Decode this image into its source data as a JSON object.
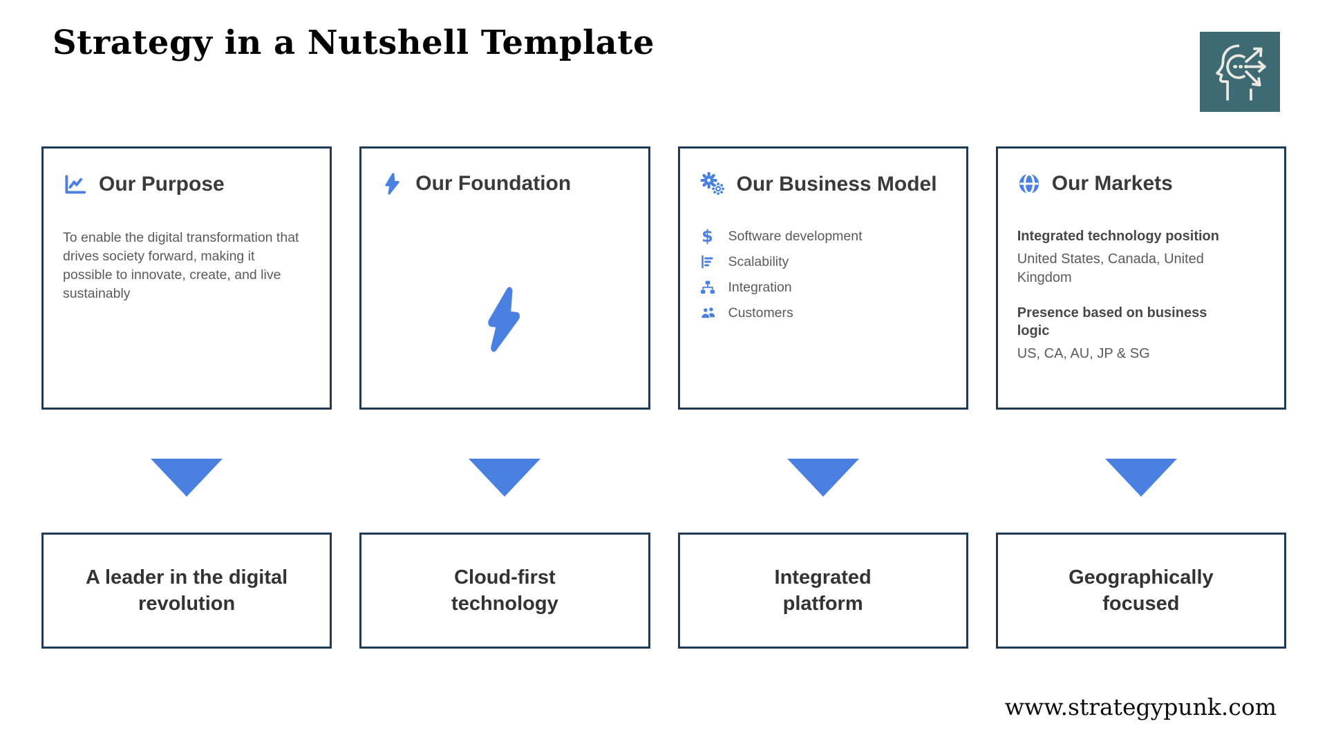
{
  "header": {
    "title": "Strategy in a Nutshell Template"
  },
  "footer": {
    "url": "www.strategypunk.com"
  },
  "colors": {
    "accent_blue": "#4a80e0",
    "border_navy": "#1f3a55",
    "logo_teal": "#3e6a73",
    "heading_text": "#3a3a3a",
    "body_text": "#5a5a5a"
  },
  "icons": {
    "dollar_glyph": "$"
  },
  "columns": [
    {
      "icon": "chart-line-icon",
      "title": "Our Purpose",
      "paragraph": "To enable the digital transformation that drives society forward, making it possible to innovate, create, and live sustainably",
      "outcome_lines": [
        "A leader in the digital",
        "revolution"
      ]
    },
    {
      "icon": "bolt-icon",
      "title": "Our Foundation",
      "center_icon": "bolt-icon",
      "outcome_lines": [
        "Cloud-first",
        "technology"
      ]
    },
    {
      "icon": "gears-icon",
      "title": "Our Business Model",
      "items": [
        {
          "icon": "dollar-icon",
          "label": "Software development"
        },
        {
          "icon": "bar-chart-icon",
          "label": "Scalability"
        },
        {
          "icon": "sitemap-icon",
          "label": "Integration"
        },
        {
          "icon": "users-icon",
          "label": "Customers"
        }
      ],
      "outcome_lines": [
        "Integrated",
        "platform"
      ]
    },
    {
      "icon": "globe-icon",
      "title": "Our Markets",
      "sections": [
        {
          "heading": "Integrated technology position",
          "text": "United States, Canada, United Kingdom"
        },
        {
          "heading": "Presence based on business logic",
          "text": "US, CA, AU, JP & SG"
        }
      ],
      "outcome_lines": [
        "Geographically",
        "focused"
      ]
    }
  ]
}
